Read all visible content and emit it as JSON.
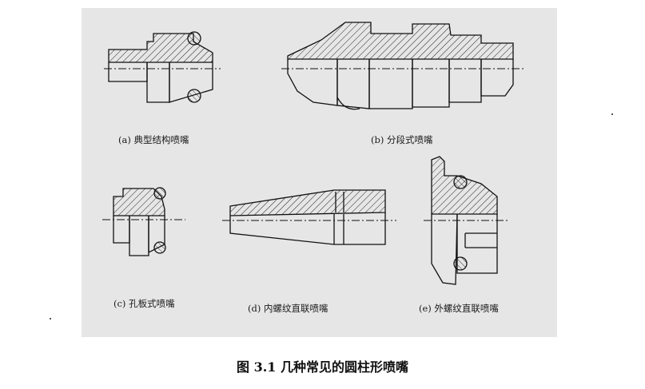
{
  "figure": {
    "labels": {
      "a": "(a) 典型结构喷嘴",
      "b": "(b) 分段式喷嘴",
      "c": "(c) 孔板式喷嘴",
      "d": "(d) 内螺纹直联喷嘴",
      "e": "(e) 外螺纹直联喷嘴"
    },
    "caption": "图 3.1  几种常见的圆柱形喷嘴"
  }
}
